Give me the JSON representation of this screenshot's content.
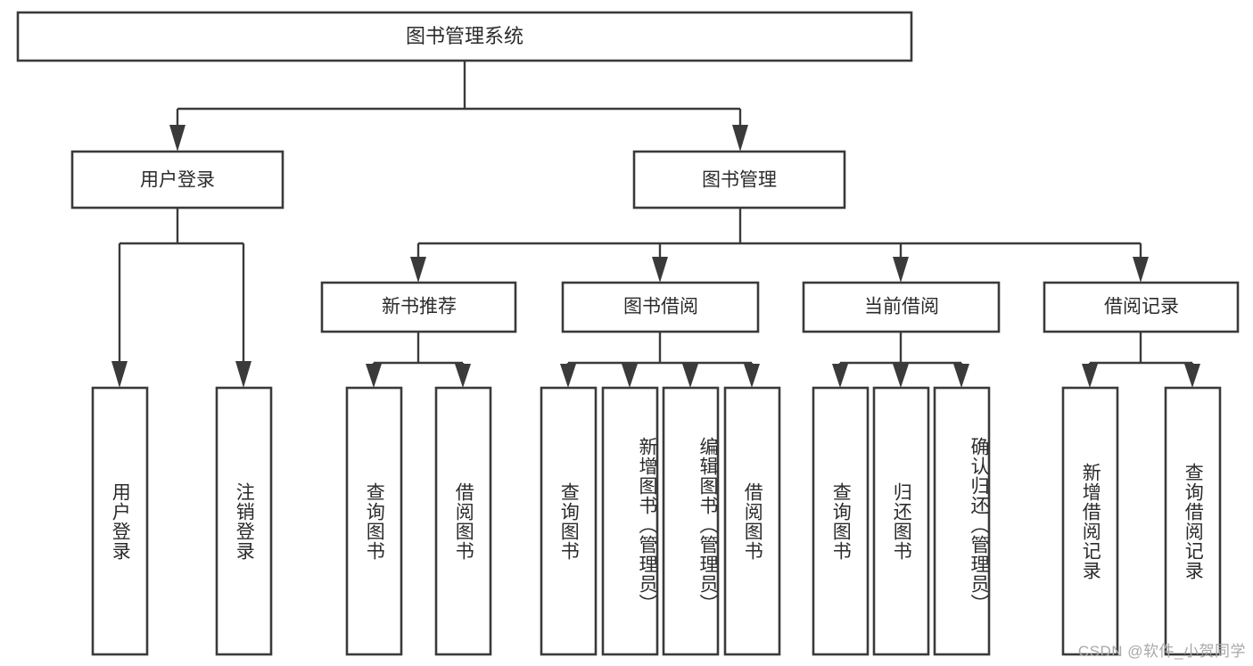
{
  "diagram": {
    "type": "tree",
    "title": "图书管理系统",
    "watermark": "CSDN @软件_小贺同学",
    "colors": {
      "box_stroke": "#3a3a3a",
      "box_fill": "#ffffff",
      "text": "#2b2b2b",
      "connector": "#3a3a3a",
      "watermark": "#a8a8a8",
      "background": "#ffffff"
    },
    "levels": {
      "root": {
        "label": "图书管理系统"
      },
      "level2": [
        {
          "label": "用户登录"
        },
        {
          "label": "图书管理"
        }
      ],
      "level3": [
        {
          "label": "新书推荐"
        },
        {
          "label": "图书借阅"
        },
        {
          "label": "当前借阅"
        },
        {
          "label": "借阅记录"
        }
      ],
      "leaves": {
        "用户登录": [
          {
            "label": "用户登录"
          },
          {
            "label": "注销登录"
          }
        ],
        "新书推荐": [
          {
            "label": "查询图书"
          },
          {
            "label": "借阅图书"
          }
        ],
        "图书借阅": [
          {
            "label": "查询图书"
          },
          {
            "label": "新增图书（管理员）"
          },
          {
            "label": "编辑图书（管理员）"
          },
          {
            "label": "借阅图书"
          }
        ],
        "当前借阅": [
          {
            "label": "查询图书"
          },
          {
            "label": "归还图书"
          },
          {
            "label": "确认归还（管理员）"
          }
        ],
        "借阅记录": [
          {
            "label": "新增借阅记录"
          },
          {
            "label": "查询借阅记录"
          }
        ]
      }
    },
    "labels": {
      "root": "图书管理系统",
      "l2_0": "用户登录",
      "l2_1": "图书管理",
      "l3_0": "新书推荐",
      "l3_1": "图书借阅",
      "l3_2": "当前借阅",
      "l3_3": "借阅记录",
      "leaf_0": "用户登录",
      "leaf_1": "注销登录",
      "leaf_2": "查询图书",
      "leaf_3": "借阅图书",
      "leaf_4": "查询图书",
      "leaf_5": "新增图书（管理员）",
      "leaf_6": "编辑图书（管理员）",
      "leaf_7": "借阅图书",
      "leaf_8": "查询图书",
      "leaf_9": "归还图书",
      "leaf_10": "确认归还（管理员）",
      "leaf_11": "新增借阅记录",
      "leaf_12": "查询借阅记录"
    }
  }
}
